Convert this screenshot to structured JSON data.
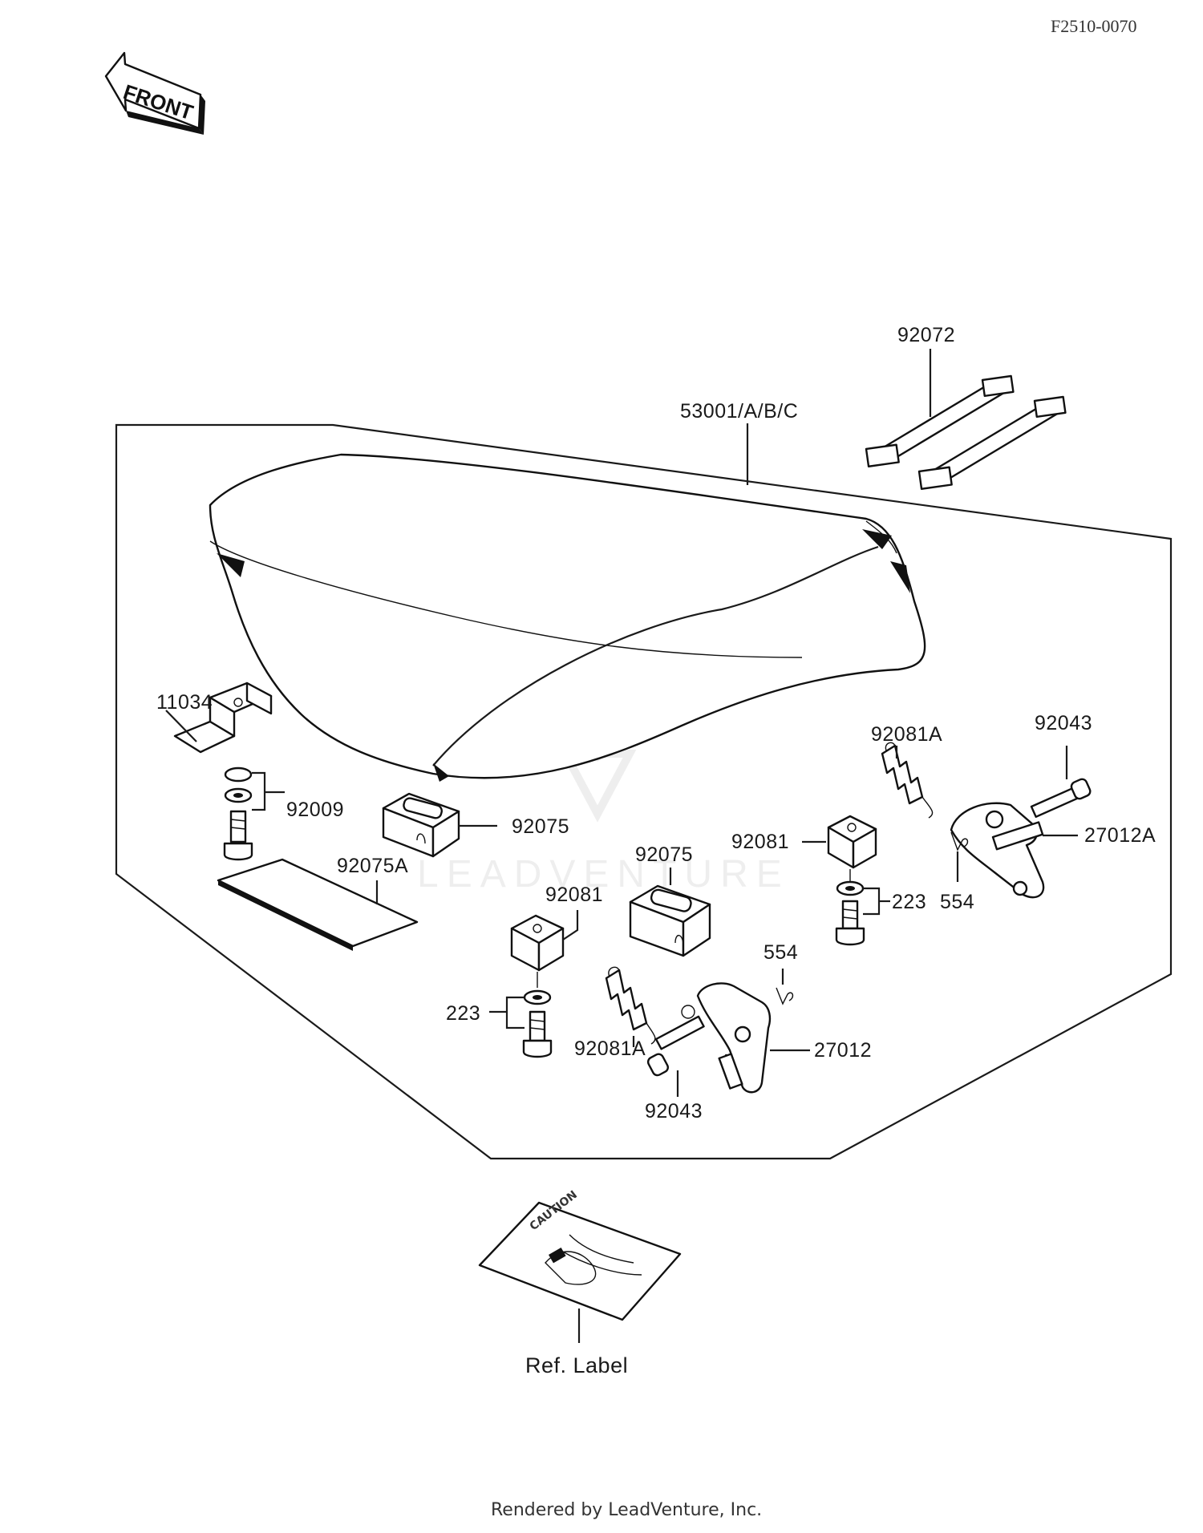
{
  "diagram_code": "F2510-0070",
  "front_label": "FRONT",
  "watermark": "LEADVENTURE",
  "footer": "Rendered by LeadVenture, Inc.",
  "caution_text": "CAUTION",
  "parts": [
    {
      "id": "p92072",
      "number": "92072"
    },
    {
      "id": "p53001",
      "number": "53001/A/B/C"
    },
    {
      "id": "p11034",
      "number": "11034"
    },
    {
      "id": "p92009",
      "number": "92009"
    },
    {
      "id": "p92075-left",
      "number": "92075"
    },
    {
      "id": "p92075a",
      "number": "92075A"
    },
    {
      "id": "p92075-center",
      "number": "92075"
    },
    {
      "id": "p92081-left",
      "number": "92081"
    },
    {
      "id": "p92081-right",
      "number": "92081"
    },
    {
      "id": "p92081a-right",
      "number": "92081A"
    },
    {
      "id": "p92081a-left",
      "number": "92081A"
    },
    {
      "id": "p92043-right",
      "number": "92043"
    },
    {
      "id": "p92043-left",
      "number": "92043"
    },
    {
      "id": "p27012a",
      "number": "27012A"
    },
    {
      "id": "p27012",
      "number": "27012"
    },
    {
      "id": "p223-right",
      "number": "223"
    },
    {
      "id": "p223-left",
      "number": "223"
    },
    {
      "id": "p554-right",
      "number": "554"
    },
    {
      "id": "p554-left",
      "number": "554"
    },
    {
      "id": "pref",
      "number": "Ref. Label"
    }
  ]
}
